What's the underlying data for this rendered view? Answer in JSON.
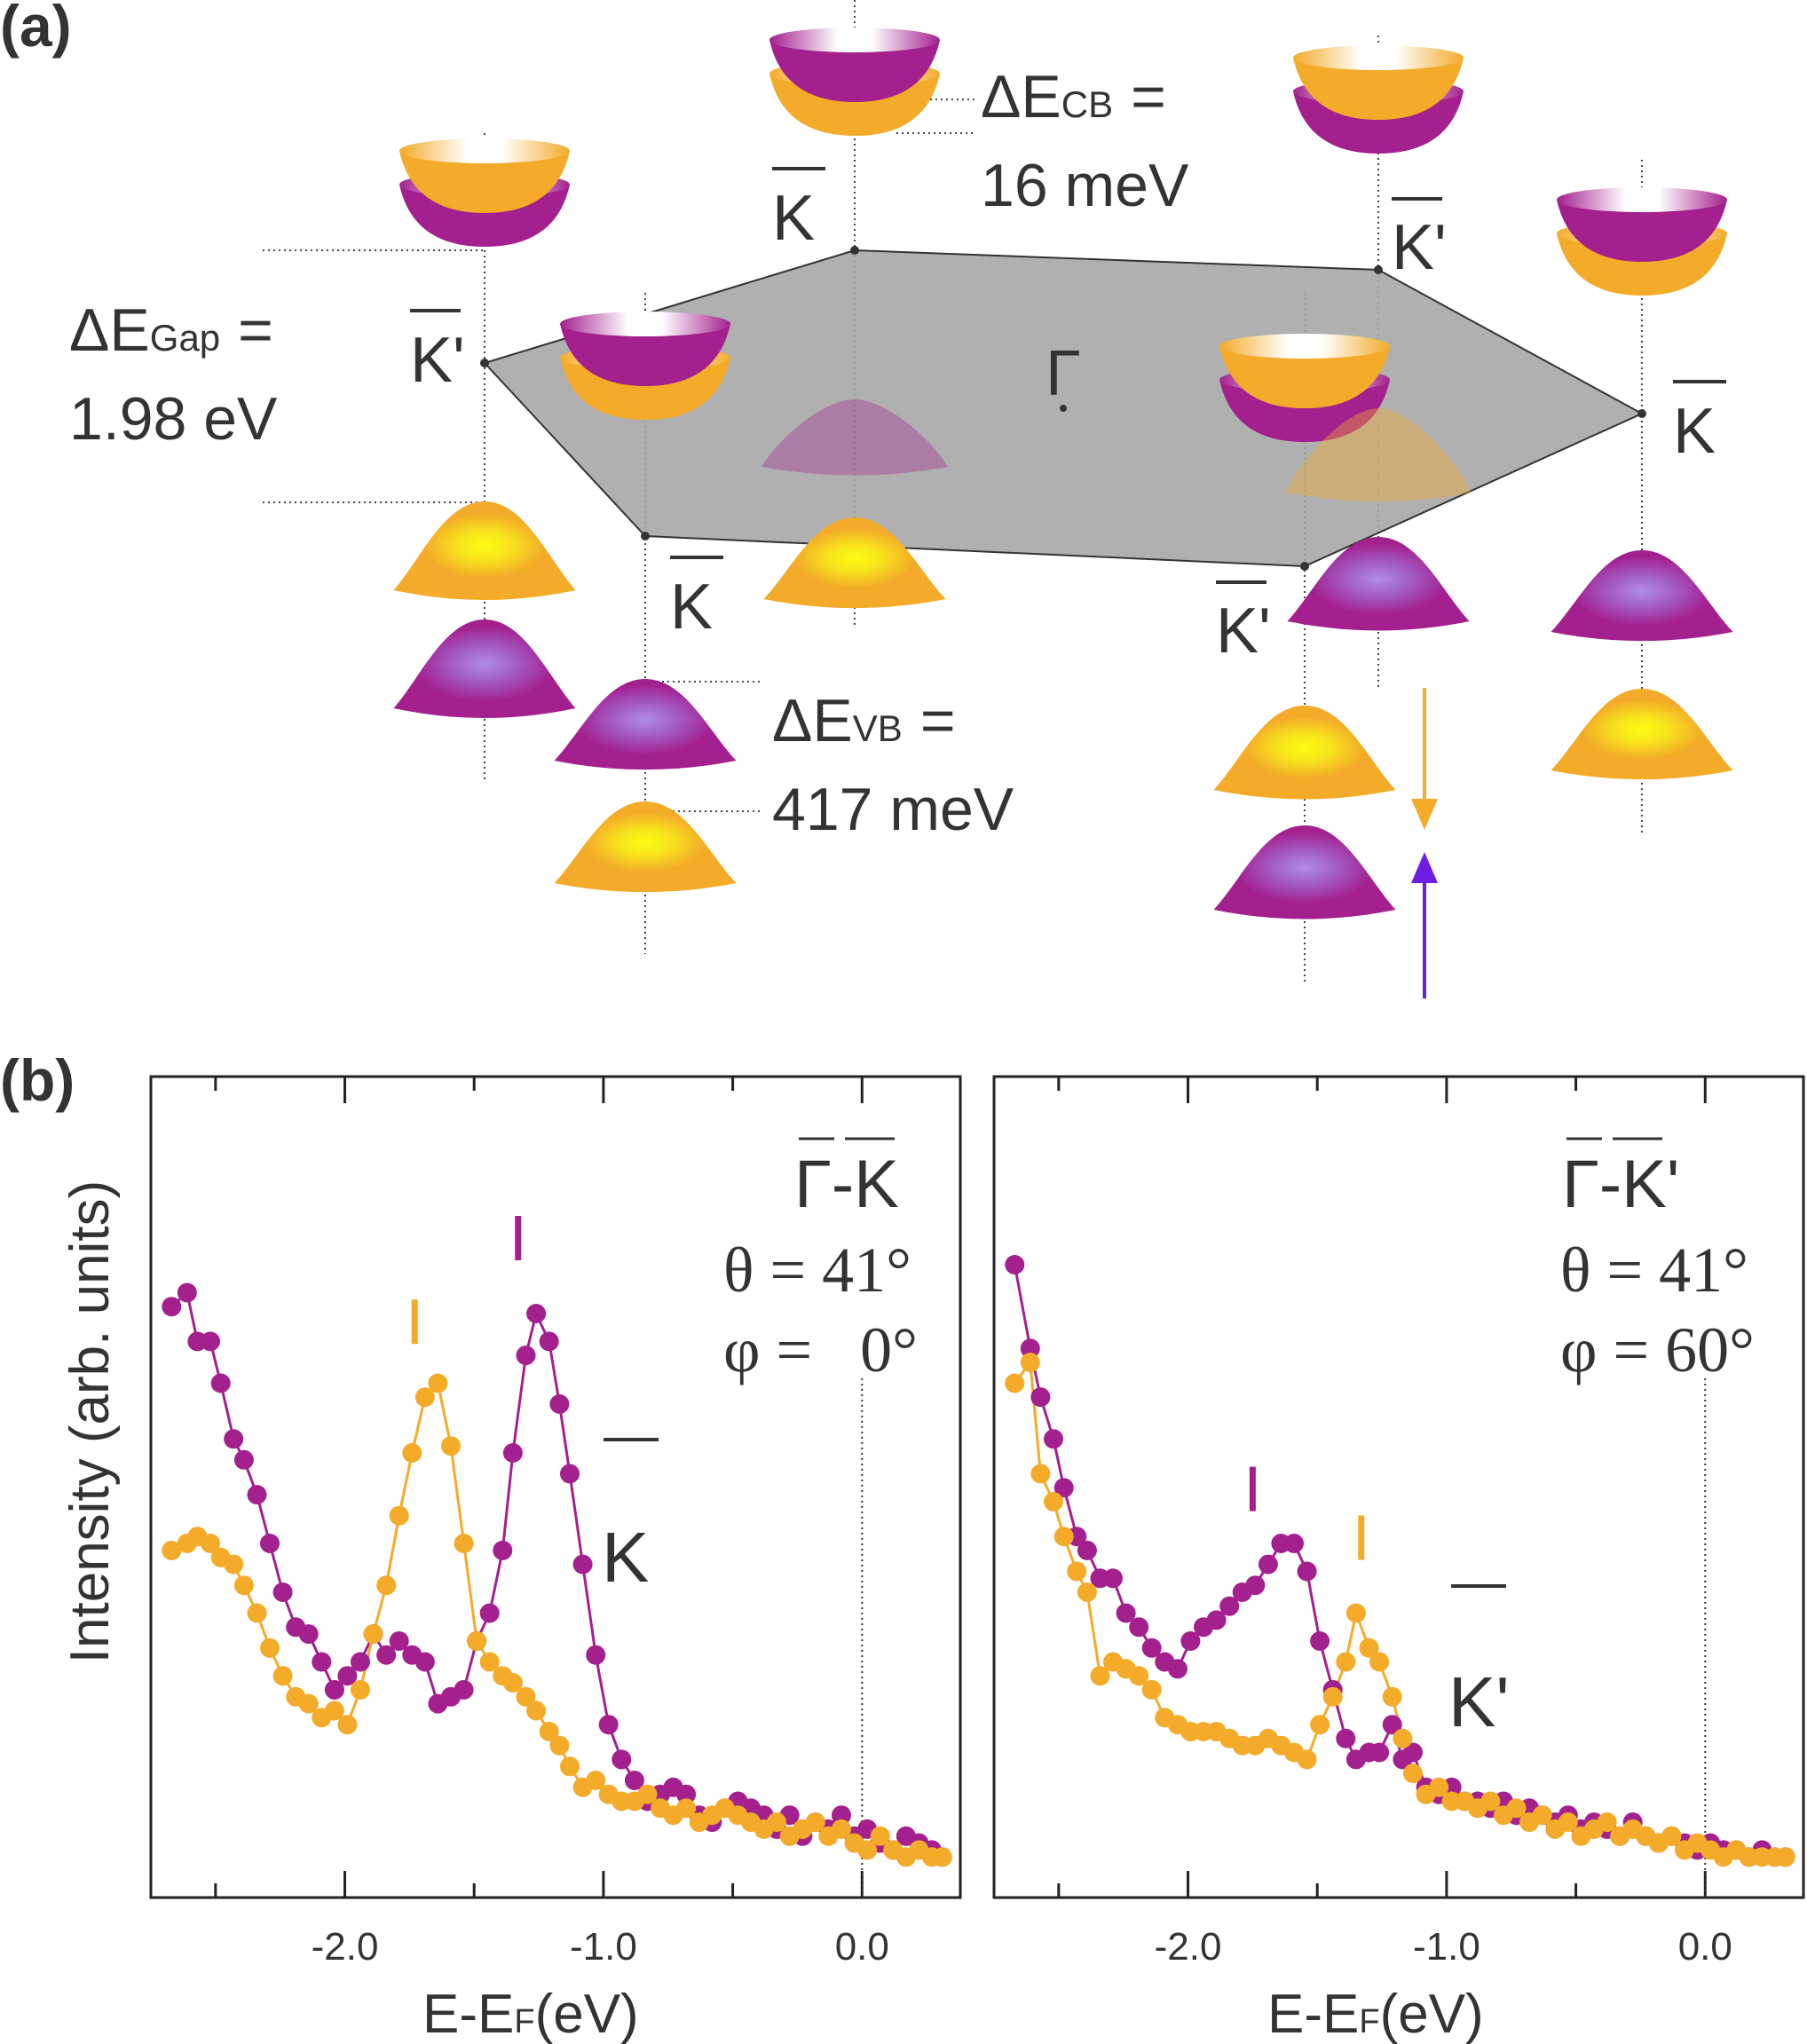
{
  "panel_a": {
    "label": "(a)",
    "gamma_label": "Γ",
    "k_labels": [
      {
        "base": "K",
        "prime": ""
      },
      {
        "base": "K",
        "prime": "'"
      },
      {
        "base": "K",
        "prime": ""
      },
      {
        "base": "K",
        "prime": "'"
      },
      {
        "base": "K",
        "prime": ""
      },
      {
        "base": "K",
        "prime": "'"
      }
    ],
    "delta_cb": {
      "symbol": "ΔE",
      "sub": "CB",
      "eq": "=",
      "value": "16 meV"
    },
    "delta_gap": {
      "symbol": "ΔE",
      "sub": "Gap",
      "eq": "=",
      "value": "1.98 eV"
    },
    "delta_vb": {
      "symbol": "ΔE",
      "sub": "VB",
      "eq": "=",
      "value": "417 meV"
    },
    "colors": {
      "spin_down": "#f3ab29",
      "spin_up": "#a3208e",
      "arrow_up": "#6e1de3",
      "zone": "#a7a7a7"
    },
    "spin_arrows": [
      "down",
      "up"
    ]
  },
  "panel_b": {
    "label": "(b)",
    "ylabel": "Intensity (arb. units)",
    "xlabel": {
      "main": "E-E",
      "sub": "F",
      "unit": "(eV)"
    }
  },
  "chart_data": [
    {
      "type": "line",
      "panel": "left",
      "title": "Γ-K",
      "annotations": [
        "θ = 41°",
        "φ =   0°"
      ],
      "peak_label": "K",
      "xlim": [
        -2.75,
        0.38
      ],
      "ylim": [
        0,
        1
      ],
      "xticks": [
        -2.0,
        -1.0,
        0.0
      ],
      "xticklabels": [
        "-2.0",
        "-1.0",
        "0.0"
      ],
      "marker_ticks": [
        {
          "x": -1.73,
          "color": "#f3ab29"
        },
        {
          "x": -1.33,
          "color": "#a3208e"
        }
      ],
      "fermi_line": 0.0,
      "series": [
        {
          "color": "#a3208e",
          "x": [
            -2.67,
            -2.61,
            -2.57,
            -2.52,
            -2.48,
            -2.43,
            -2.39,
            -2.34,
            -2.29,
            -2.24,
            -2.19,
            -2.14,
            -2.09,
            -2.04,
            -1.99,
            -1.94,
            -1.89,
            -1.84,
            -1.79,
            -1.74,
            -1.69,
            -1.64,
            -1.59,
            -1.54,
            -1.49,
            -1.44,
            -1.39,
            -1.35,
            -1.3,
            -1.26,
            -1.21,
            -1.17,
            -1.13,
            -1.08,
            -1.03,
            -0.98,
            -0.93,
            -0.88,
            -0.83,
            -0.78,
            -0.73,
            -0.68,
            -0.63,
            -0.58,
            -0.53,
            -0.48,
            -0.43,
            -0.38,
            -0.33,
            -0.28,
            -0.23,
            -0.18,
            -0.13,
            -0.08,
            -0.03,
            0.02,
            0.07,
            0.12,
            0.17,
            0.22,
            0.27,
            0.31
          ],
          "y": [
            0.81,
            0.83,
            0.76,
            0.76,
            0.7,
            0.62,
            0.59,
            0.54,
            0.47,
            0.4,
            0.35,
            0.34,
            0.3,
            0.26,
            0.28,
            0.3,
            0.34,
            0.31,
            0.33,
            0.31,
            0.3,
            0.24,
            0.25,
            0.26,
            0.33,
            0.37,
            0.46,
            0.6,
            0.74,
            0.8,
            0.76,
            0.67,
            0.57,
            0.44,
            0.31,
            0.21,
            0.16,
            0.13,
            0.1,
            0.11,
            0.12,
            0.11,
            0.08,
            0.07,
            0.09,
            0.1,
            0.09,
            0.08,
            0.06,
            0.08,
            0.05,
            0.07,
            0.06,
            0.08,
            0.05,
            0.06,
            0.04,
            0.03,
            0.05,
            0.04,
            0.03,
            0.02
          ]
        },
        {
          "color": "#f3ab29",
          "x": [
            -2.67,
            -2.61,
            -2.57,
            -2.52,
            -2.48,
            -2.43,
            -2.39,
            -2.34,
            -2.29,
            -2.24,
            -2.19,
            -2.14,
            -2.09,
            -2.04,
            -1.99,
            -1.94,
            -1.89,
            -1.84,
            -1.79,
            -1.74,
            -1.69,
            -1.64,
            -1.59,
            -1.54,
            -1.49,
            -1.44,
            -1.39,
            -1.35,
            -1.3,
            -1.26,
            -1.21,
            -1.17,
            -1.13,
            -1.08,
            -1.03,
            -0.98,
            -0.93,
            -0.88,
            -0.83,
            -0.78,
            -0.73,
            -0.68,
            -0.63,
            -0.58,
            -0.53,
            -0.48,
            -0.43,
            -0.38,
            -0.33,
            -0.28,
            -0.23,
            -0.18,
            -0.13,
            -0.08,
            -0.03,
            0.02,
            0.07,
            0.12,
            0.17,
            0.22,
            0.27,
            0.31
          ],
          "y": [
            0.46,
            0.47,
            0.48,
            0.47,
            0.45,
            0.44,
            0.41,
            0.37,
            0.32,
            0.28,
            0.25,
            0.24,
            0.22,
            0.23,
            0.21,
            0.26,
            0.34,
            0.41,
            0.51,
            0.6,
            0.68,
            0.7,
            0.61,
            0.47,
            0.33,
            0.3,
            0.28,
            0.27,
            0.25,
            0.23,
            0.2,
            0.18,
            0.15,
            0.12,
            0.13,
            0.11,
            0.1,
            0.1,
            0.11,
            0.09,
            0.08,
            0.09,
            0.07,
            0.08,
            0.09,
            0.08,
            0.07,
            0.06,
            0.07,
            0.05,
            0.06,
            0.07,
            0.05,
            0.06,
            0.04,
            0.03,
            0.05,
            0.03,
            0.02,
            0.03,
            0.02,
            0.02
          ]
        }
      ]
    },
    {
      "type": "line",
      "panel": "right",
      "title": "Γ-K'",
      "annotations": [
        "θ = 41°",
        "φ = 60°"
      ],
      "peak_label": "K'",
      "xlim": [
        -2.75,
        0.38
      ],
      "ylim": [
        0,
        1
      ],
      "xticks": [
        -2.0,
        -1.0,
        0.0
      ],
      "xticklabels": [
        "-2.0",
        "-1.0",
        "0.0"
      ],
      "marker_ticks": [
        {
          "x": -1.75,
          "color": "#a3208e"
        },
        {
          "x": -1.33,
          "color": "#f3ab29"
        }
      ],
      "fermi_line": 0.0,
      "series": [
        {
          "color": "#a3208e",
          "x": [
            -2.67,
            -2.61,
            -2.57,
            -2.52,
            -2.48,
            -2.43,
            -2.39,
            -2.34,
            -2.29,
            -2.24,
            -2.19,
            -2.14,
            -2.09,
            -2.04,
            -1.99,
            -1.94,
            -1.89,
            -1.84,
            -1.79,
            -1.74,
            -1.69,
            -1.64,
            -1.59,
            -1.54,
            -1.49,
            -1.44,
            -1.39,
            -1.35,
            -1.3,
            -1.26,
            -1.21,
            -1.17,
            -1.13,
            -1.08,
            -1.03,
            -0.98,
            -0.93,
            -0.88,
            -0.83,
            -0.78,
            -0.73,
            -0.68,
            -0.63,
            -0.58,
            -0.53,
            -0.48,
            -0.43,
            -0.38,
            -0.33,
            -0.28,
            -0.23,
            -0.18,
            -0.13,
            -0.08,
            -0.03,
            0.02,
            0.07,
            0.12,
            0.17,
            0.22,
            0.27,
            0.31
          ],
          "y": [
            0.87,
            0.75,
            0.68,
            0.62,
            0.55,
            0.48,
            0.46,
            0.42,
            0.42,
            0.37,
            0.35,
            0.32,
            0.3,
            0.29,
            0.33,
            0.35,
            0.36,
            0.38,
            0.4,
            0.41,
            0.44,
            0.47,
            0.47,
            0.43,
            0.33,
            0.26,
            0.19,
            0.16,
            0.17,
            0.17,
            0.21,
            0.16,
            0.17,
            0.12,
            0.11,
            0.12,
            0.1,
            0.1,
            0.09,
            0.1,
            0.08,
            0.09,
            0.08,
            0.07,
            0.08,
            0.06,
            0.07,
            0.06,
            0.05,
            0.07,
            0.05,
            0.04,
            0.05,
            0.04,
            0.03,
            0.04,
            0.03,
            0.03,
            0.02,
            0.03,
            0.02,
            0.02
          ]
        },
        {
          "color": "#f3ab29",
          "x": [
            -2.67,
            -2.61,
            -2.57,
            -2.52,
            -2.48,
            -2.43,
            -2.39,
            -2.34,
            -2.29,
            -2.24,
            -2.19,
            -2.14,
            -2.09,
            -2.04,
            -1.99,
            -1.94,
            -1.89,
            -1.84,
            -1.79,
            -1.74,
            -1.69,
            -1.64,
            -1.59,
            -1.54,
            -1.49,
            -1.44,
            -1.39,
            -1.35,
            -1.3,
            -1.26,
            -1.21,
            -1.17,
            -1.13,
            -1.08,
            -1.03,
            -0.98,
            -0.93,
            -0.88,
            -0.83,
            -0.78,
            -0.73,
            -0.68,
            -0.63,
            -0.58,
            -0.53,
            -0.48,
            -0.43,
            -0.38,
            -0.33,
            -0.28,
            -0.23,
            -0.18,
            -0.13,
            -0.08,
            -0.03,
            0.02,
            0.07,
            0.12,
            0.17,
            0.22,
            0.27,
            0.31
          ],
          "y": [
            0.7,
            0.73,
            0.57,
            0.53,
            0.48,
            0.43,
            0.4,
            0.28,
            0.3,
            0.29,
            0.28,
            0.26,
            0.22,
            0.21,
            0.2,
            0.2,
            0.2,
            0.19,
            0.18,
            0.18,
            0.19,
            0.18,
            0.17,
            0.16,
            0.21,
            0.25,
            0.3,
            0.37,
            0.32,
            0.3,
            0.25,
            0.19,
            0.14,
            0.11,
            0.12,
            0.1,
            0.1,
            0.09,
            0.1,
            0.08,
            0.09,
            0.07,
            0.08,
            0.06,
            0.07,
            0.05,
            0.06,
            0.07,
            0.05,
            0.06,
            0.05,
            0.04,
            0.05,
            0.03,
            0.04,
            0.03,
            0.02,
            0.03,
            0.02,
            0.02,
            0.02,
            0.02
          ]
        }
      ]
    }
  ]
}
